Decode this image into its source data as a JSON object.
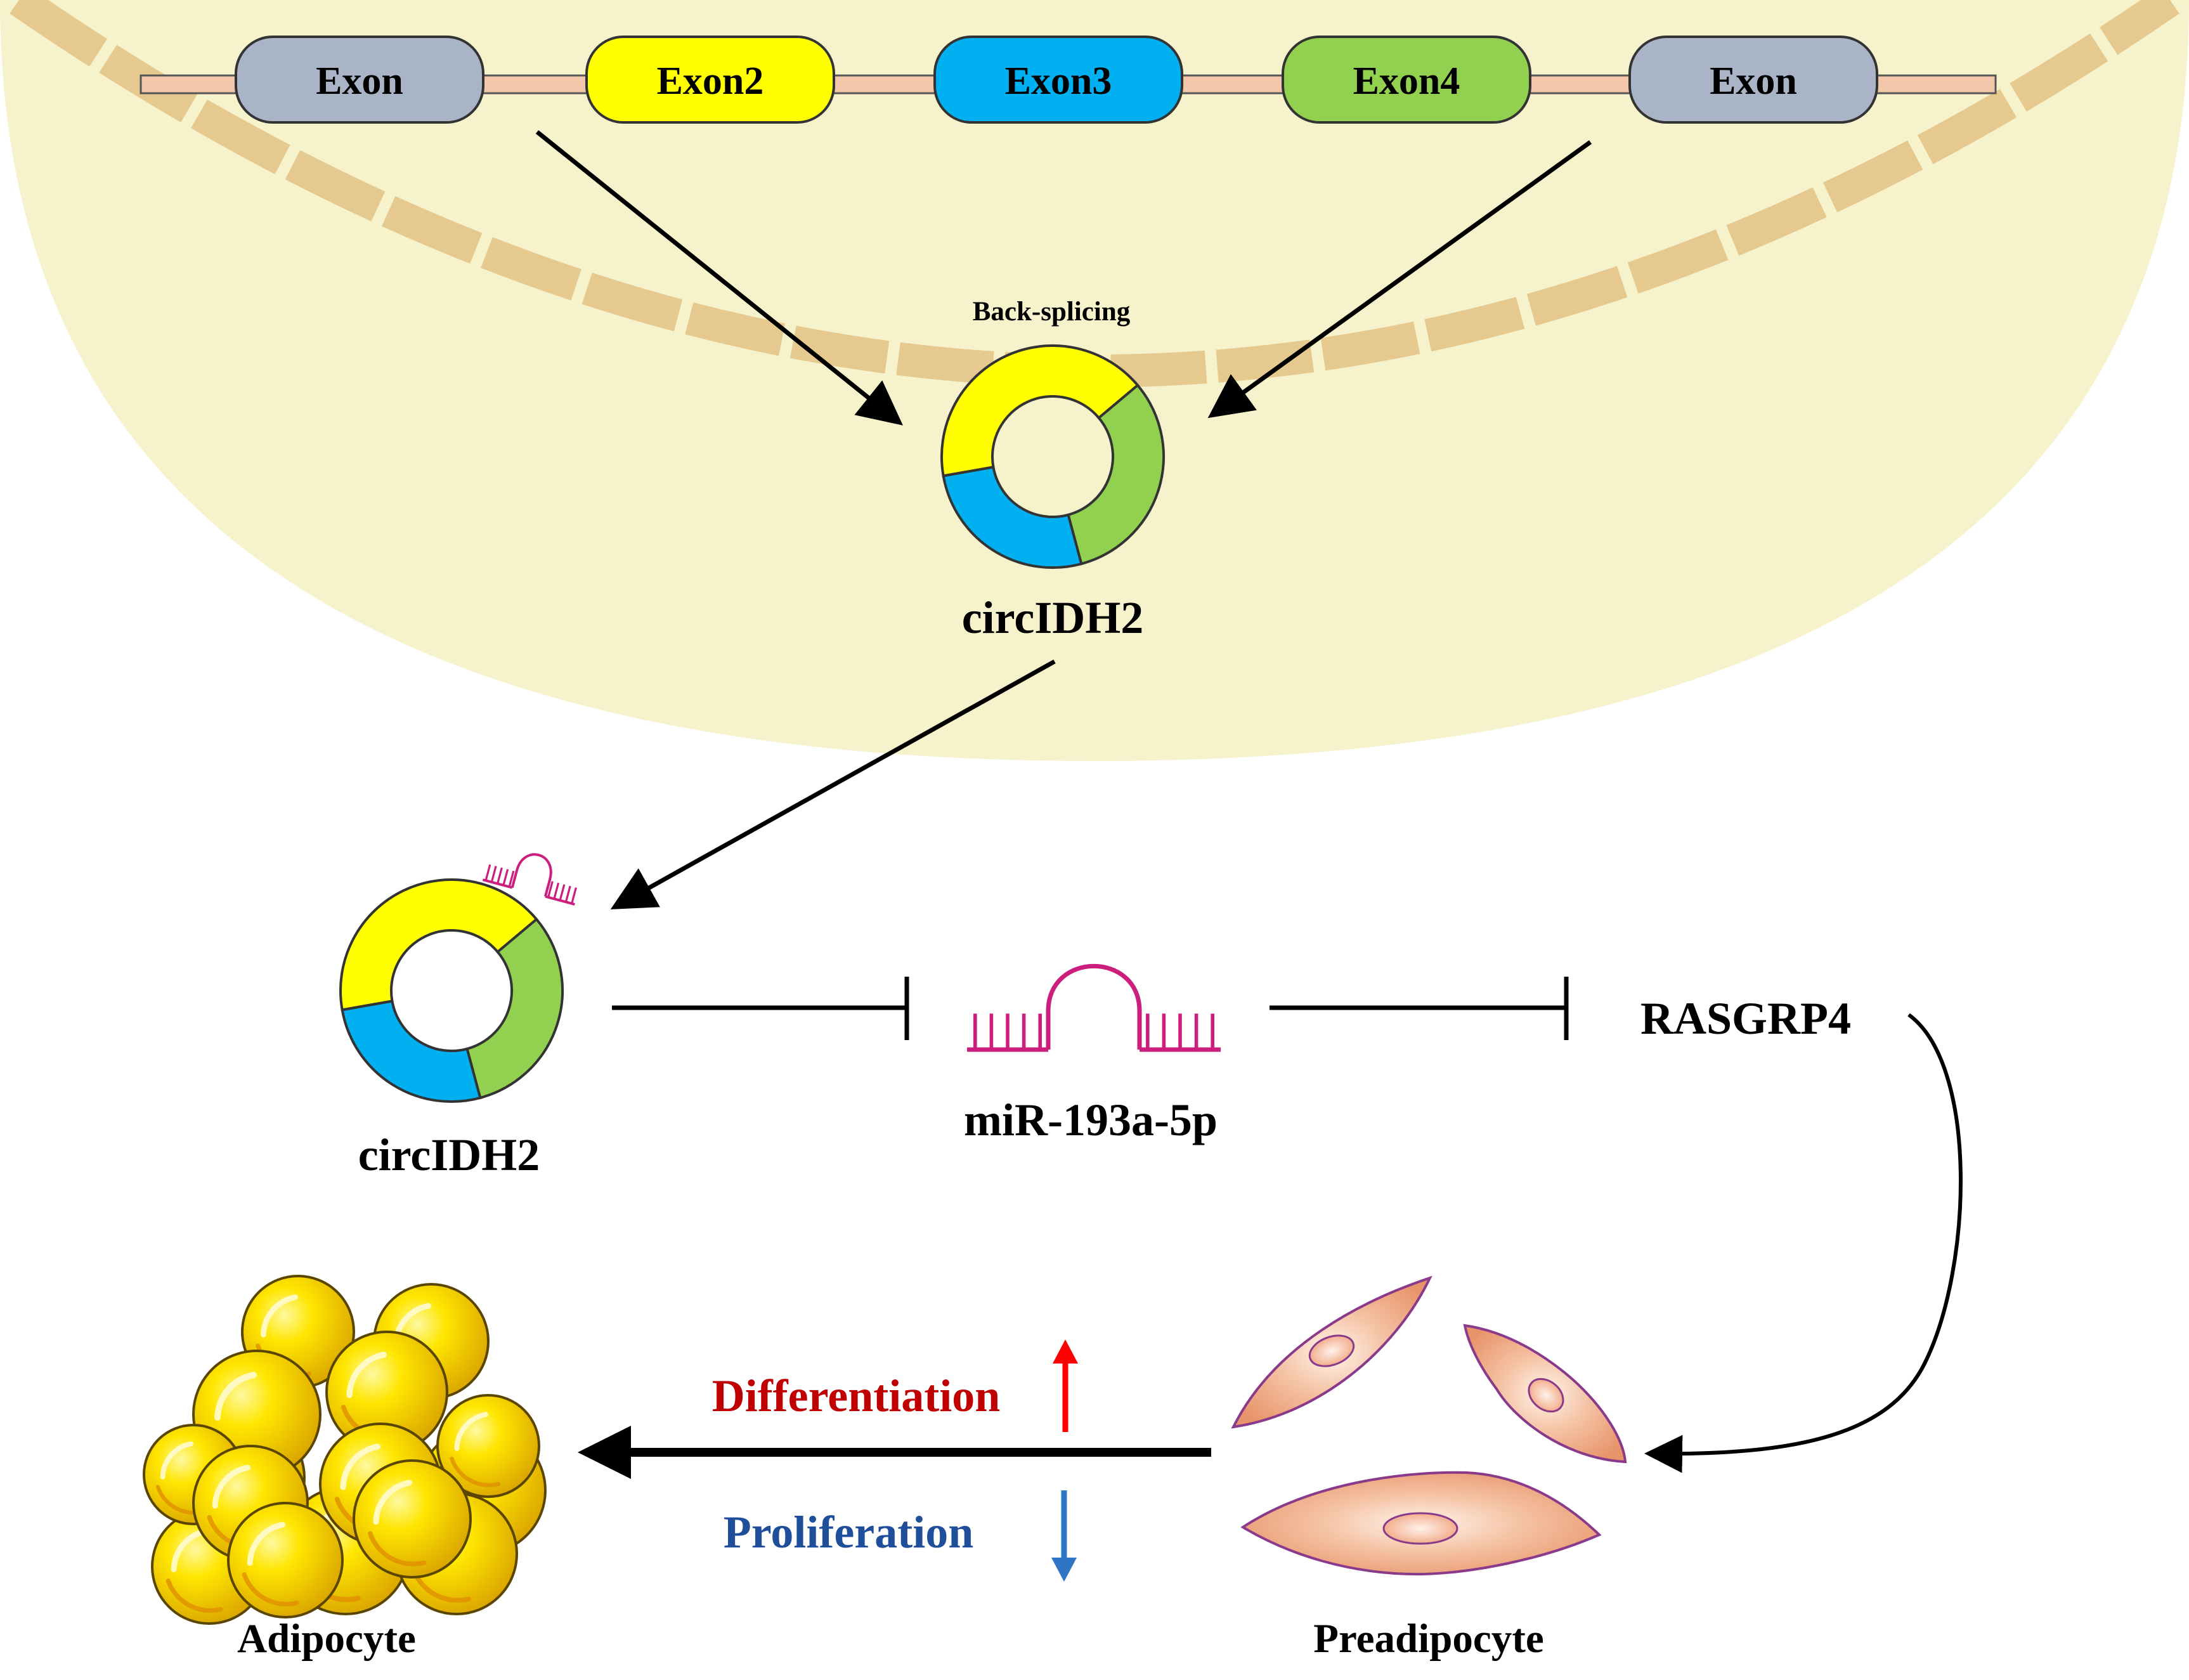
{
  "exons": [
    {
      "label": "Exon",
      "color": "#a9b4c6"
    },
    {
      "label": "Exon2",
      "color": "#ffff00"
    },
    {
      "label": "Exon3",
      "color": "#00b0f0"
    },
    {
      "label": "Exon4",
      "color": "#92d050"
    },
    {
      "label": "Exon",
      "color": "#a9b4c6"
    }
  ],
  "labels": {
    "back_splicing": "Back-splicing",
    "circ_nucleus": "circIDH2",
    "circ_cytoplasm": "circIDH2",
    "mirna": "miR-193a-5p",
    "target": "RASGRP4",
    "differentiation": "Differentiation",
    "proliferation": "Proliferation",
    "adipocyte": "Adipocyte",
    "preadipocyte": "Preadipocyte"
  },
  "colors": {
    "nucleus_fill": "#f6f2cc",
    "nucleus_envelope": "#e6c98f",
    "intron_line": "#f2c6a8",
    "mirna": "#cc1e7d",
    "differentiation": "#c00000",
    "proliferation": "#1f4e9a",
    "up_arrow": "#ff0000",
    "down_arrow": "#2e75c5",
    "fat_cell": "#ffd700",
    "preadipocyte": "#f0a888"
  },
  "arrows": {
    "differentiation_direction": "up",
    "proliferation_direction": "down"
  }
}
